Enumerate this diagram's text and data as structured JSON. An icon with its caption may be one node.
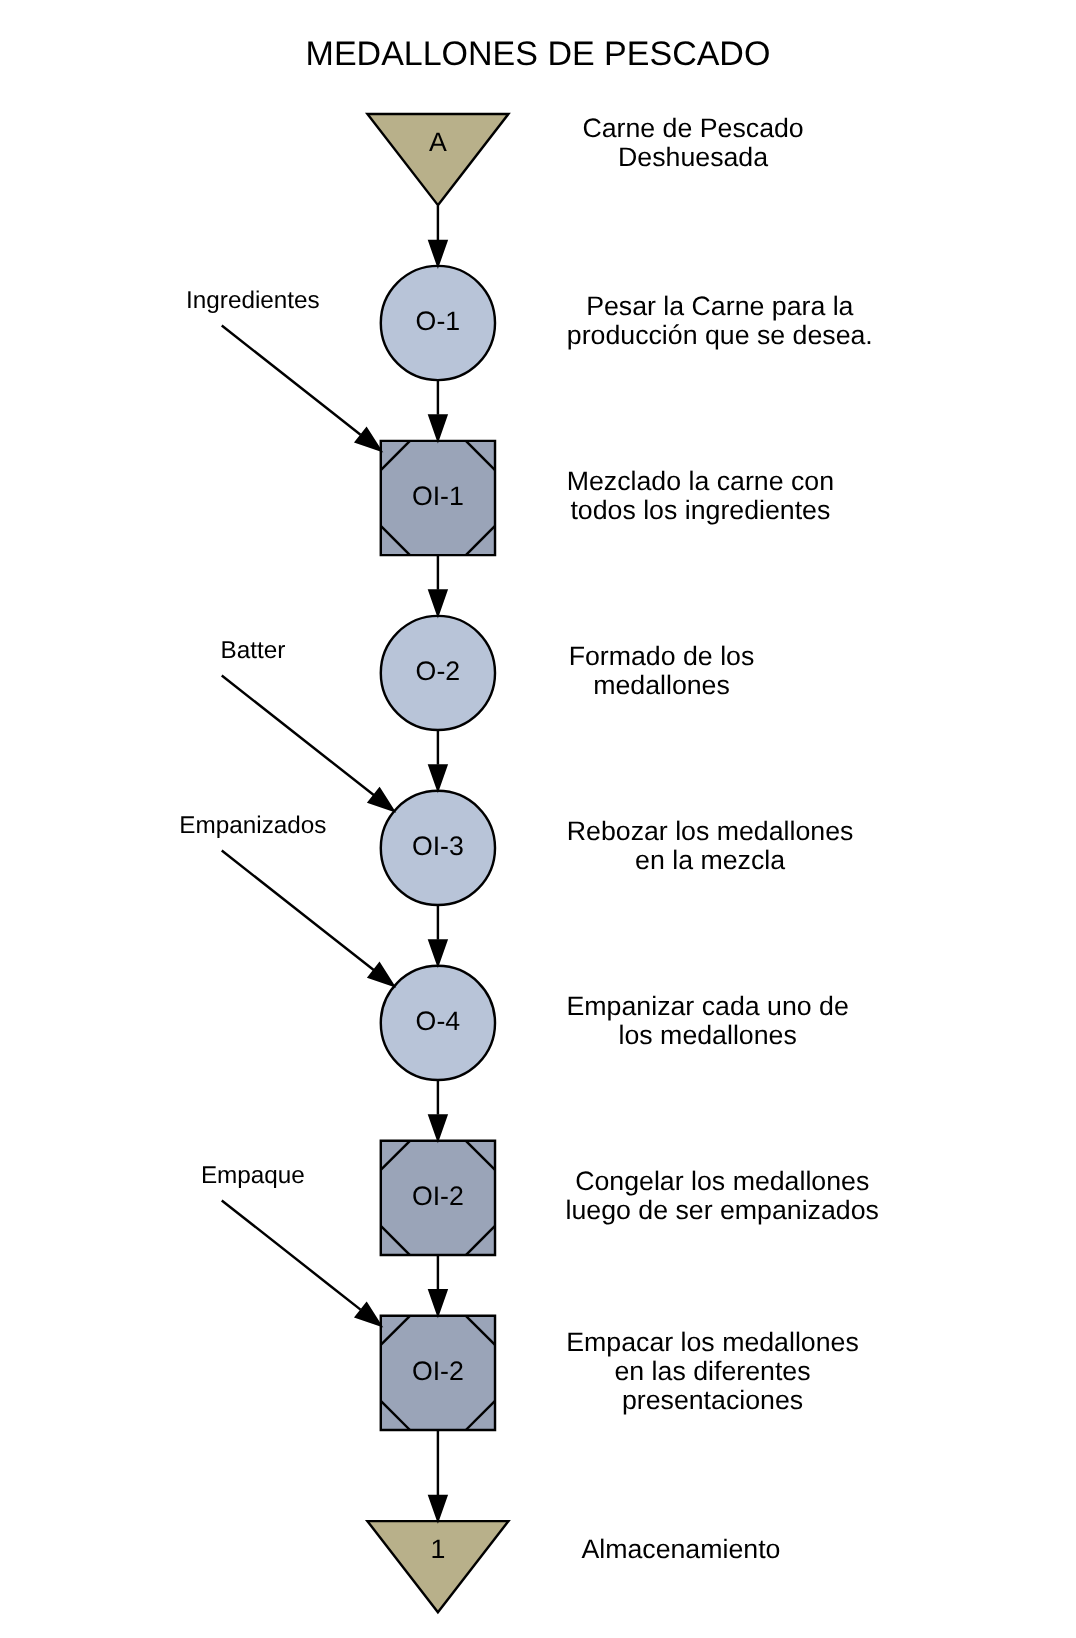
{
  "diagram": {
    "title": "MEDALLONES DE PESCADO",
    "nodes": [
      {
        "text": [
          "A"
        ],
        "beside": [
          "Carne de Pescado Deshuesada"
        ]
      },
      {
        "text": [
          "O-1"
        ],
        "beside": [
          "Pesar la Carne para la producción que se desea."
        ]
      },
      {
        "text": [
          "OI-1"
        ],
        "beside": [
          "Mezclado la carne con todos los ingredientes"
        ]
      },
      {
        "text": [
          "O-2"
        ],
        "beside": [
          "Formado de los medallones"
        ]
      },
      {
        "text": [
          "OI-3"
        ],
        "beside": [
          "Rebozar los medallones en la mezcla"
        ]
      },
      {
        "text": [
          "O-4"
        ],
        "beside": [
          "Empanizar cada uno de los medallones"
        ]
      },
      {
        "text": [
          "OI-2"
        ],
        "beside": [
          "Congelar los medallones luego de ser empanizados"
        ]
      },
      {
        "text": [
          "OI-2"
        ],
        "beside": [
          "Empacar los medallones en las diferentes presentaciones"
        ]
      },
      {
        "text": [
          "1"
        ],
        "beside": [
          "Almacenamiento"
        ]
      }
    ],
    "edges": [
      {
        "from": 0,
        "to": 1,
        "arrow": "to"
      },
      {
        "from": null,
        "to": 2,
        "arrow": "to",
        "label": "Ingredientes"
      },
      {
        "from": 1,
        "to": 2,
        "arrow": "to"
      },
      {
        "from": 2,
        "to": 3,
        "arrow": "to"
      },
      {
        "from": null,
        "to": 4,
        "arrow": "to",
        "label": "Batter"
      },
      {
        "from": 3,
        "to": 4,
        "arrow": "to"
      },
      {
        "from": null,
        "to": 5,
        "arrow": "to",
        "label": "Empanizados"
      },
      {
        "from": 4,
        "to": 5,
        "arrow": "to"
      },
      {
        "from": 5,
        "to": 6,
        "arrow": "to"
      },
      {
        "from": null,
        "to": 7,
        "arrow": "to",
        "label": "Empaque"
      },
      {
        "from": 6,
        "to": 7,
        "arrow": "to"
      },
      {
        "from": 7,
        "to": 8,
        "arrow": "to"
      }
    ]
  }
}
